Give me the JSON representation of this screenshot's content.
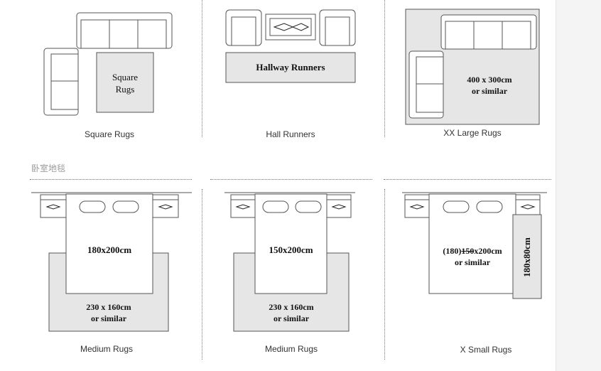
{
  "top_row": {
    "square": {
      "rug_line1": "Square",
      "rug_line2": "Rugs",
      "caption": "Square Rugs"
    },
    "hall": {
      "rug_text": "Hallway Runners",
      "caption": "Hall Runners"
    },
    "xxl": {
      "rug_line1": "400 x 300cm",
      "rug_line2": "or similar",
      "caption": "XX Large Rugs"
    }
  },
  "section_title": "卧室地毯",
  "bottom_row": {
    "medium1": {
      "bed": "180x200cm",
      "rug_line1": "230 x 160cm",
      "rug_line2": "or similar",
      "caption": "Medium Rugs"
    },
    "medium2": {
      "bed": "150x200cm",
      "rug_line1": "230 x 160cm",
      "rug_line2": "or similar",
      "caption": "Medium Rugs"
    },
    "xsmall": {
      "bed_prefix": "(180)",
      "bed_struck": "150",
      "bed_suffix": "x200cm",
      "bed_line2": "or similar",
      "runner": "180x80cm",
      "caption": "X Small Rugs"
    }
  },
  "colors": {
    "rug_fill": "#e6e6e6",
    "stroke": "#555555",
    "bed_fill": "#ffffff"
  }
}
